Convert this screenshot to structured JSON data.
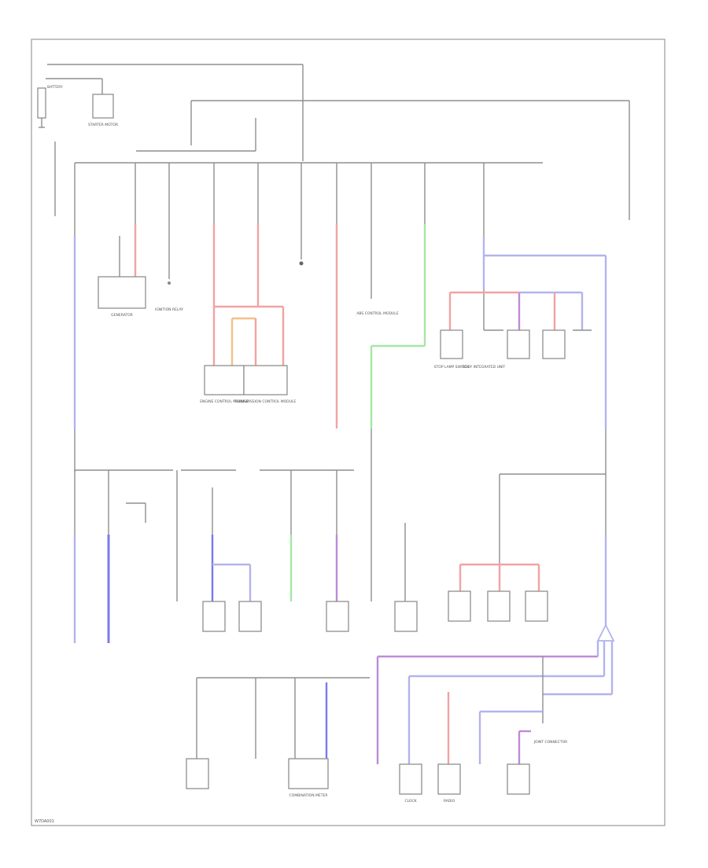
{
  "diagram": {
    "code": "W7DA001",
    "components": [
      {
        "id": "battery",
        "label": "BATTERY"
      },
      {
        "id": "starter",
        "label": "STARTER MOTOR"
      },
      {
        "id": "generator",
        "label": "GENERATOR"
      },
      {
        "id": "ignition_relay",
        "label": "IGNITION RELAY"
      },
      {
        "id": "ecm",
        "label": "ENGINE CONTROL MODULE"
      },
      {
        "id": "tcm",
        "label": "TRANSMISSION CONTROL MODULE"
      },
      {
        "id": "abs",
        "label": "ABS CONTROL MODULE"
      },
      {
        "id": "stop_lamp",
        "label": "STOP LAMP SWITCH"
      },
      {
        "id": "body_integrated",
        "label": "BODY INTEGRATED UNIT"
      },
      {
        "id": "instrument",
        "label": "COMBINATION METER"
      },
      {
        "id": "clock",
        "label": "CLOCK"
      },
      {
        "id": "radio",
        "label": "RADIO"
      },
      {
        "id": "joint_connector",
        "label": "JOINT CONNECTOR"
      }
    ]
  }
}
